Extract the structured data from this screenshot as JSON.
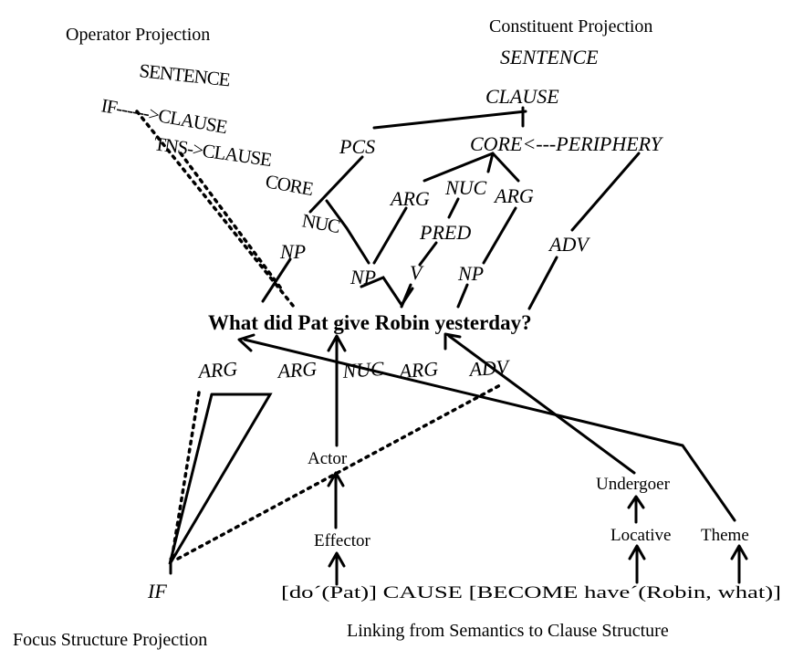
{
  "titles": {
    "operator": "Operator Projection",
    "constituent": "Constituent Projection",
    "focus": "Focus Structure Projection",
    "linking": "Linking from Semantics to Clause Structure"
  },
  "operator": {
    "sentence": "SENTENCE",
    "if_clause": "IF------>CLAUSE",
    "tns_clause": "TNS->CLAUSE",
    "core": "CORE",
    "nuc": "NUC"
  },
  "constituent": {
    "sentence": "SENTENCE",
    "clause": "CLAUSE",
    "pcs": "PCS",
    "core_periphery": "CORE<---PERIPHERY",
    "arg1": "ARG",
    "nuc": "NUC",
    "arg2": "ARG",
    "pred": "PRED",
    "np1": "NP",
    "np2": "NP",
    "v": "V",
    "np3": "NP",
    "adv": "ADV"
  },
  "sentence": "What did Pat give Robin yesterday?",
  "lower": {
    "arg1": "ARG",
    "arg2": "ARG",
    "nuc": "NUC",
    "arg3": "ARG",
    "adv": "ADV",
    "if": "IF"
  },
  "semantics": {
    "actor": "Actor",
    "effector": "Effector",
    "undergoer": "Undergoer",
    "locative": "Locative",
    "theme": "Theme",
    "logical_structure": "[do´(Pat)] CAUSE [BECOME have´(Robin, what)]"
  }
}
